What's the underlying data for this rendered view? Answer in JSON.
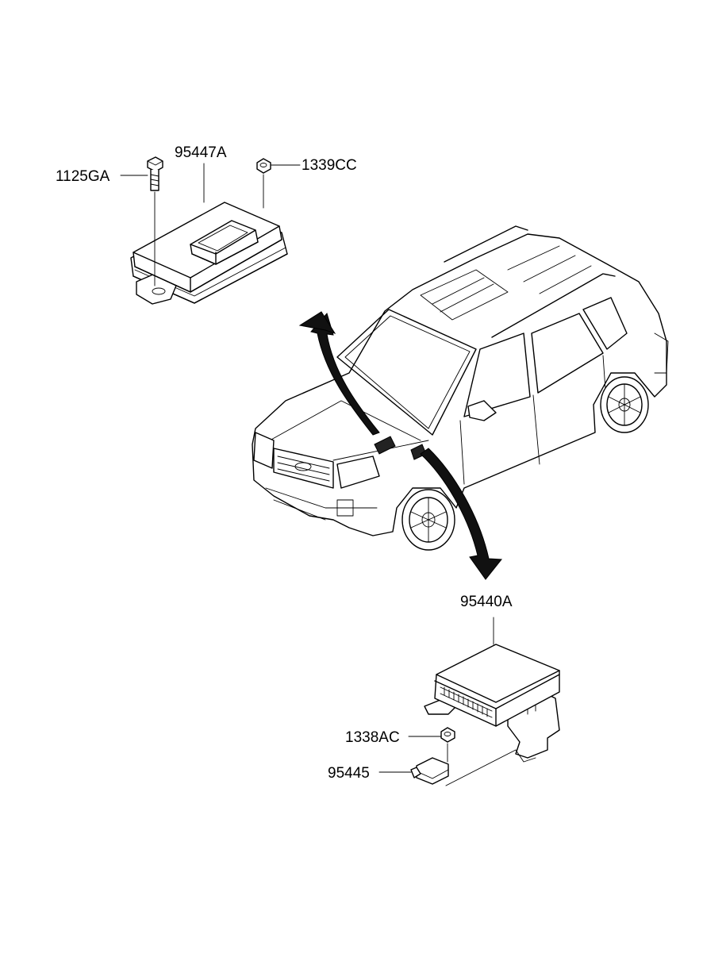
{
  "diagram": {
    "labels": {
      "bolt": "1125GA",
      "cover": "95447A",
      "nut_top": "1339CC",
      "module": "95440A",
      "nut_bottom": "1338AC",
      "sensor": "95445"
    }
  }
}
